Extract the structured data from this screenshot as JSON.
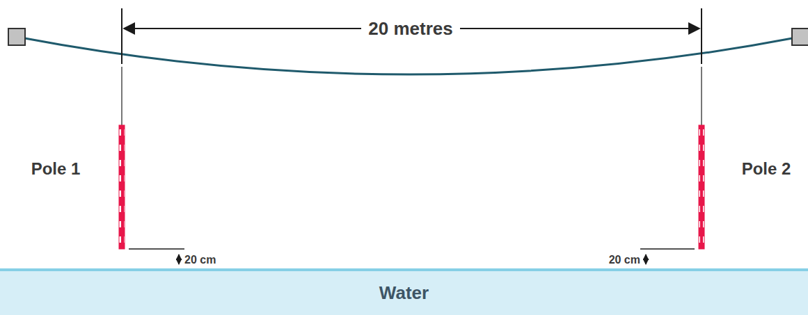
{
  "diagram": {
    "nodes": [
      {
        "text": [
          "Water"
        ]
      }
    ],
    "labels": [
      "20 metres",
      "Pole 1",
      "Pole 2",
      "20 cm",
      "20 cm"
    ]
  }
}
